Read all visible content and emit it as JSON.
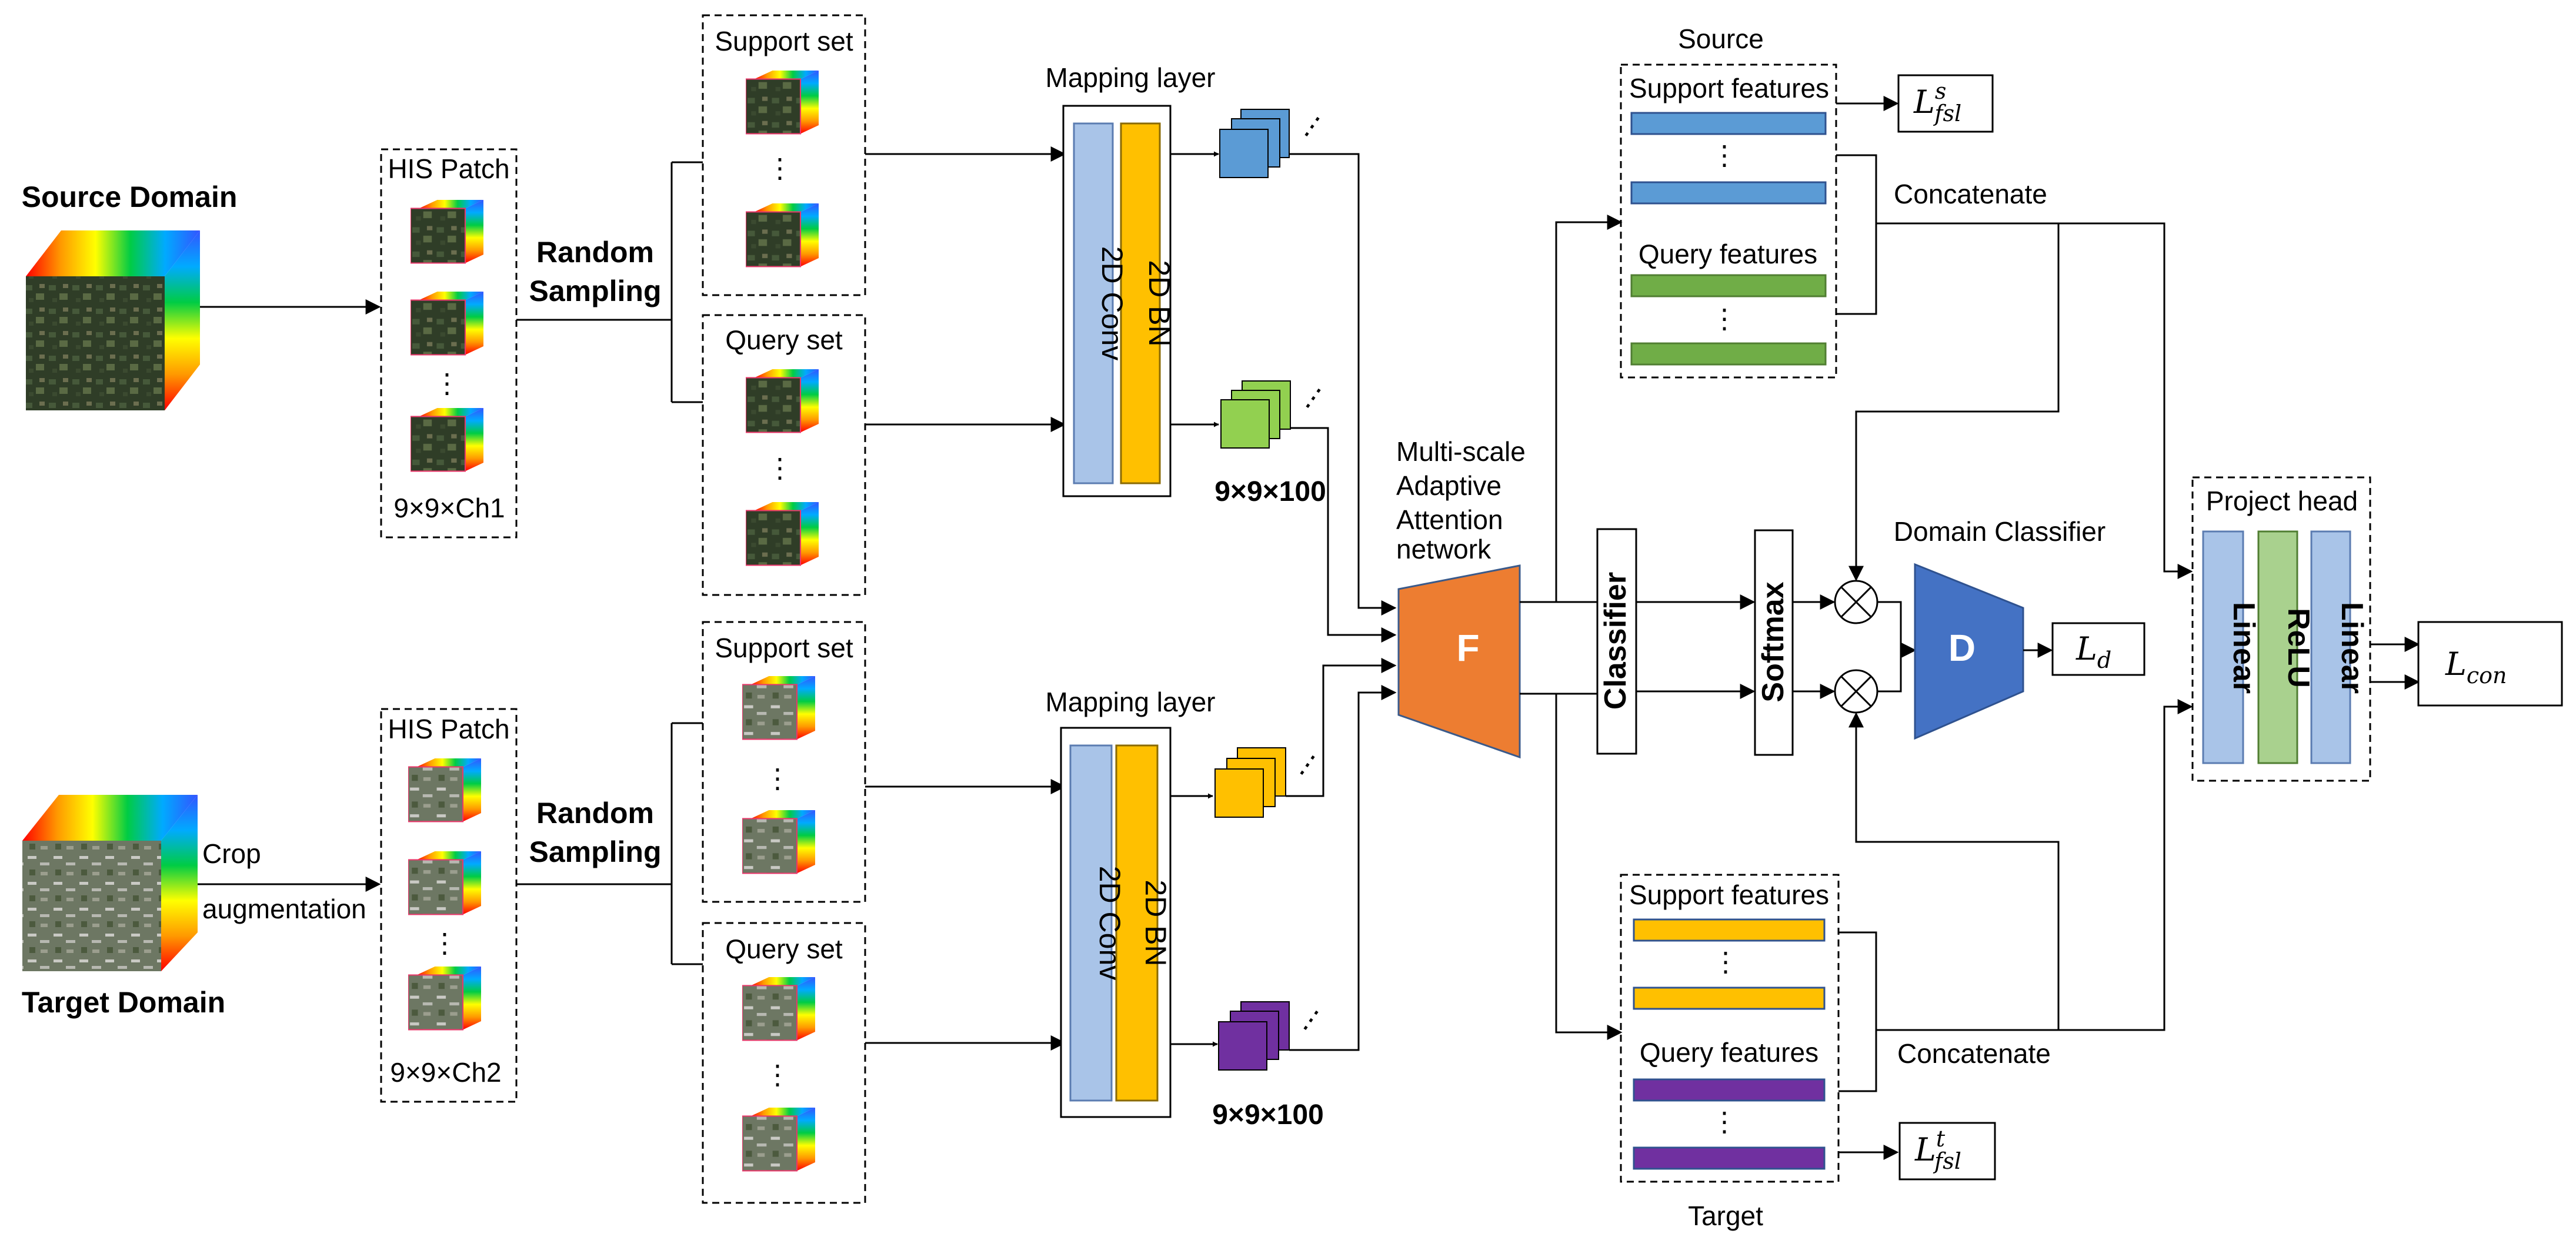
{
  "source_domain": {
    "label": "Source Domain"
  },
  "target_domain": {
    "label": "Target Domain",
    "crop_label": "Crop",
    "aug_label": "augmentation"
  },
  "his_patch_src": {
    "title": "HIS Patch",
    "dims": "9×9×Ch1"
  },
  "his_patch_tgt": {
    "title": "HIS Patch",
    "dims": "9×9×Ch2"
  },
  "sampling": {
    "line1": "Random",
    "line2": "Sampling"
  },
  "support_set": {
    "title": "Support set"
  },
  "query_set": {
    "title": "Query set"
  },
  "mapping_layer": {
    "title": "Mapping layer",
    "conv": "2D Conv",
    "bn": "2D BN",
    "out_dims": "9×9×100"
  },
  "network": {
    "line1": "Multi-scale",
    "line2": "Adaptive",
    "line3": "Attention",
    "line4": "network",
    "letter": "F"
  },
  "classifier": {
    "label": "Classifier"
  },
  "softmax": {
    "label": "Softmax"
  },
  "domain_classifier": {
    "title": "Domain Classifier",
    "letter": "D"
  },
  "features_src": {
    "caption": "Source",
    "support": "Support features",
    "query": "Query features"
  },
  "features_tgt": {
    "caption": "Target",
    "support": "Support features",
    "query": "Query features"
  },
  "concatenate": {
    "label": "Concatenate"
  },
  "project_head": {
    "title": "Project head",
    "linear1": "Linear",
    "relu": "ReLU",
    "linear2": "Linear"
  },
  "losses": {
    "fsl_src": {
      "main": "L",
      "sup": "s",
      "sub": "fsl"
    },
    "fsl_tgt": {
      "main": "L",
      "sup": "t",
      "sub": "fsl"
    },
    "d": {
      "main": "L",
      "sub": "d"
    },
    "con": {
      "main": "L",
      "sub": "con"
    }
  },
  "ellipsis": "⋮",
  "colors": {
    "conv": "#a9c4e8",
    "bn": "#ffc000",
    "network": "#ed7d31",
    "domain": "#4472c4",
    "feat_blue": "#5b9bd5",
    "feat_green": "#70ad47",
    "feat_yellow": "#ffc000",
    "feat_purple": "#7030a0",
    "proj_linear": "#a9c4e8",
    "proj_relu": "#a9d18e"
  }
}
